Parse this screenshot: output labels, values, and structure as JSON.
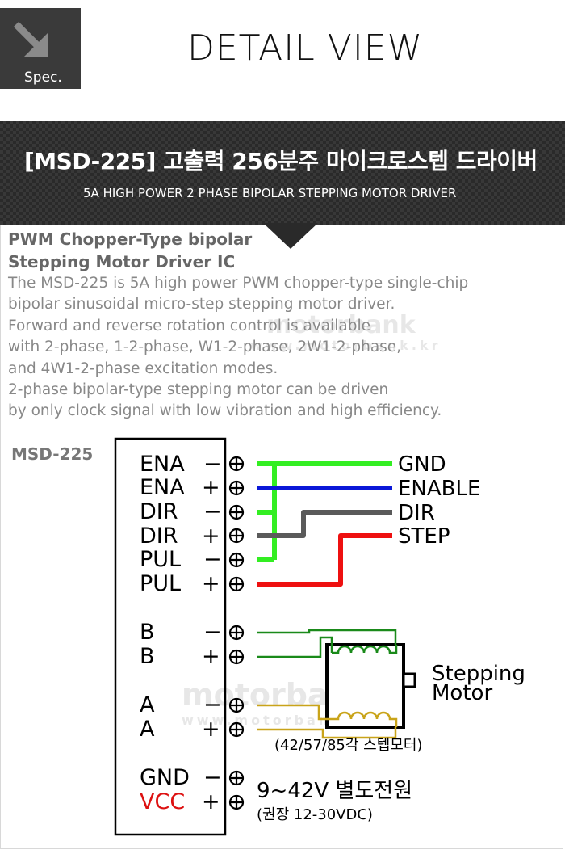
{
  "badge": {
    "label": "Spec."
  },
  "page_title": "DETAIL VIEW",
  "header": {
    "title": "[MSD-225] 고출력 256분주 마이크로스텝 드라이버",
    "subtitle": "5A HIGH POWER 2 PHASE BIPOLAR STEPPING MOTOR DRIVER"
  },
  "intro": {
    "heading_lines": [
      "PWM Chopper-Type bipolar",
      "Stepping Motor Driver IC"
    ],
    "body_lines": [
      "The MSD-225 is 5A high power PWM chopper-type single-chip",
      "bipolar sinusoidal micro-step stepping motor driver.",
      "Forward and reverse rotation control is available",
      "with 2-phase, 1-2-phase, W1-2-phase, 2W1-2-phase,",
      "and 4W1-2-phase excitation modes.",
      "2-phase bipolar-type stepping motor can be driven",
      "by only clock signal with low vibration and high efficiency."
    ]
  },
  "diagram": {
    "model": "MSD-225",
    "terminals": [
      {
        "name": "ENA",
        "pol": "−"
      },
      {
        "name": "ENA",
        "pol": "+"
      },
      {
        "name": "DIR",
        "pol": "−"
      },
      {
        "name": "DIR",
        "pol": "+"
      },
      {
        "name": "PUL",
        "pol": "−"
      },
      {
        "name": "PUL",
        "pol": "+"
      },
      {
        "name": "B",
        "pol": "−"
      },
      {
        "name": "B",
        "pol": "+"
      },
      {
        "name": "A",
        "pol": "−"
      },
      {
        "name": "A",
        "pol": "+"
      },
      {
        "name": "GND",
        "pol": "−"
      },
      {
        "name": "VCC",
        "pol": "+"
      }
    ],
    "signals": [
      "GND",
      "ENABLE",
      "DIR",
      "STEP"
    ],
    "motor_label_lines": [
      "Stepping",
      "Motor"
    ],
    "motor_note": "(42/57/85각 스텝모터)",
    "power_label": "9~42V 별도전원",
    "power_note": "(권장 12-30VDC)",
    "colors": {
      "gnd_wire": "#33ee22",
      "enable_wire": "#0a18d8",
      "dir_wire": "#5a5a5a",
      "step_wire": "#ee1010",
      "b_coil": "#1a8a1a",
      "a_coil": "#c9a41a",
      "vcc_text": "#dd1111"
    }
  },
  "watermark": [
    "motorbank",
    "www.motorbank.kr"
  ]
}
